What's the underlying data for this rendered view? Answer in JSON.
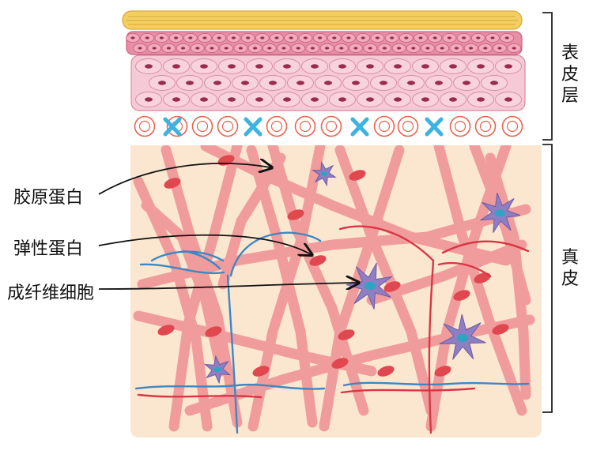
{
  "layers": {
    "epidermis_label": "表\n皮\n层",
    "dermis_label": "真\n皮"
  },
  "callouts": {
    "collagen": "胶原蛋白",
    "elastin": "弹性蛋白",
    "fibroblast": "成纤维细胞"
  },
  "colors": {
    "stratum_corneum": "#f3cf63",
    "granular_layer": "#e88fa6",
    "spinous_layer": "#f6c9d6",
    "cell_nucleus": "#9a2d4c",
    "basal_ring": "#e8644e",
    "langerhans_cell": "#3eb3e0",
    "dermis_background": "#fbe7cf",
    "collagen_fiber": "#f1989a",
    "collagen_band": "#e0474f",
    "elastin_fiber_red": "#d93646",
    "elastin_fiber_blue": "#3d87c6",
    "fibroblast_body": "#8e7ec2",
    "fibroblast_nucleus": "#2aa5c2",
    "bracket": "#222222"
  }
}
